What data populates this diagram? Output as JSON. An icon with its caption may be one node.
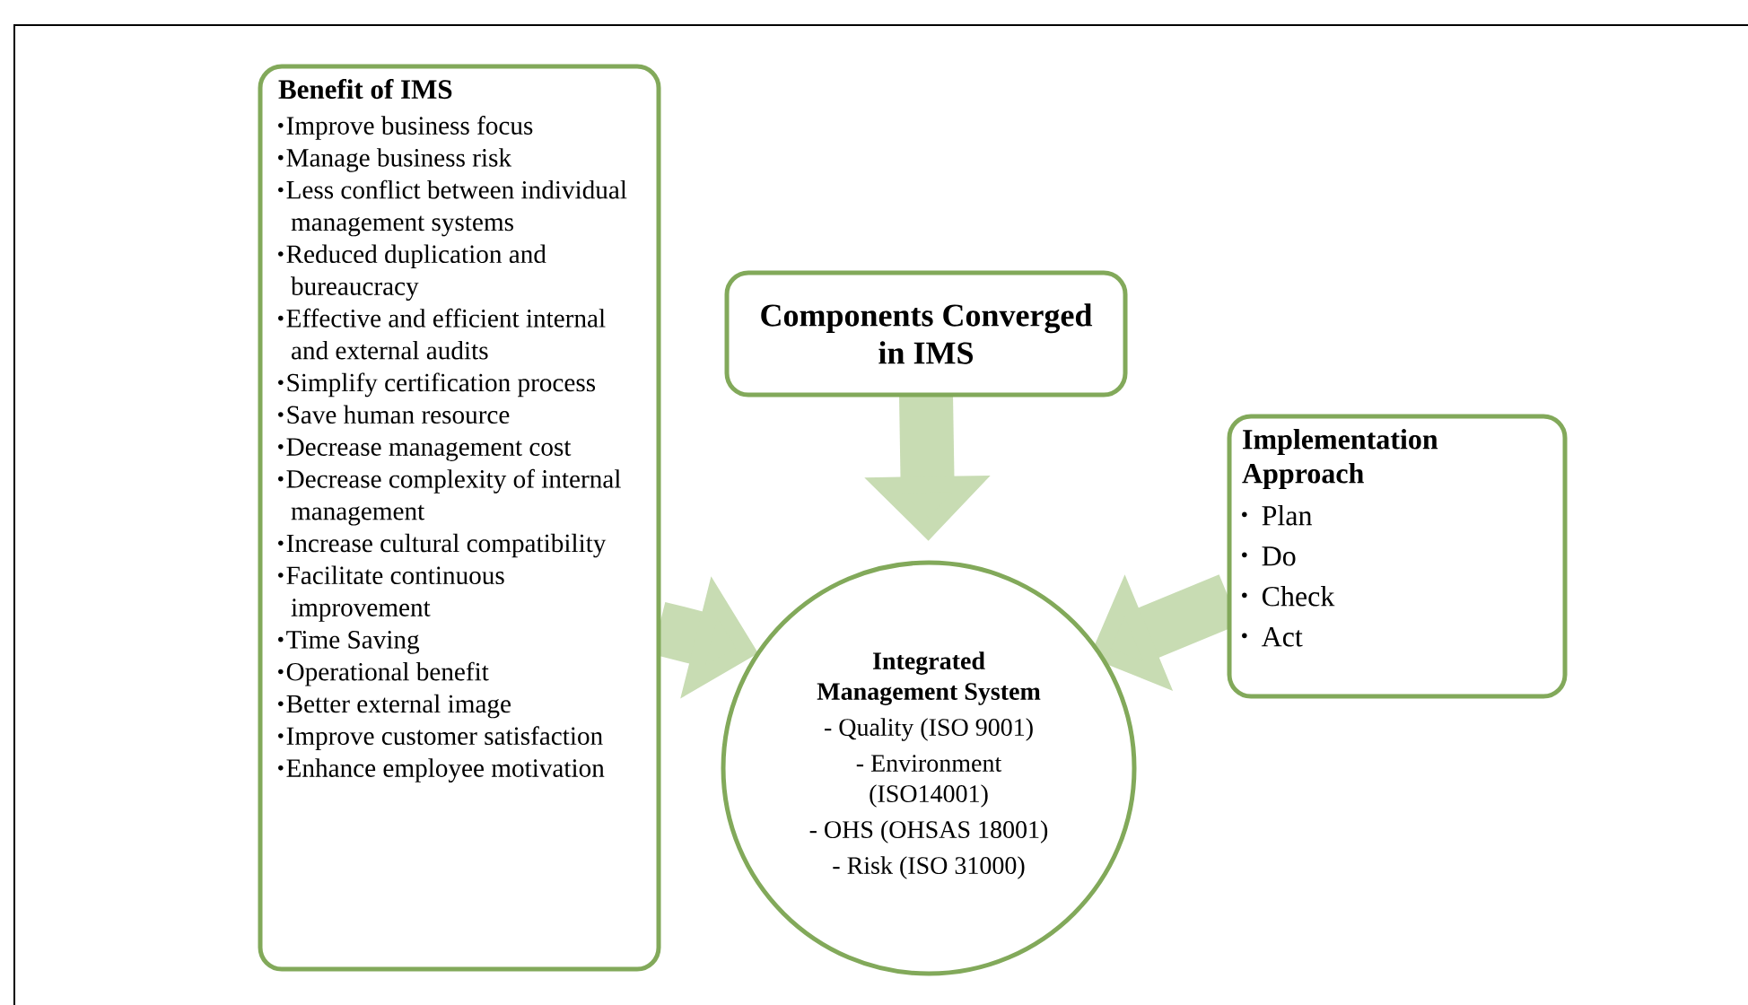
{
  "diagram": {
    "nodes": [
      {
        "text": [
          "Benefit of IMS",
          "Improve business focus",
          "Manage business risk",
          "Less conflict between individual management systems",
          "Reduced duplication and bureaucracy",
          "Effective and efficient internal and external audits",
          "Simplify certification process",
          "Save human resource",
          "Decrease management cost",
          "Decrease complexity of internal management",
          "Increase cultural compatibility",
          "Facilitate  continuous improvement",
          "Time Saving",
          "Operational benefit",
          "Better external image",
          "Improve customer satisfaction",
          "Enhance employee motivation"
        ]
      },
      {
        "text": [
          "Components Converged in IMS"
        ]
      },
      {
        "text": [
          "Implementation Approach",
          "Plan",
          "Do",
          "Check",
          "Act"
        ]
      },
      {
        "text": [
          "Integrated Management System",
          "- Quality (ISO 9001)",
          "- Environment (ISO14001)",
          "- OHS (OHSAS 18001)",
          "- Risk (ISO 31000)"
        ]
      }
    ],
    "edges": [
      {
        "from": 0,
        "to": 3,
        "arrow": "to"
      },
      {
        "from": 1,
        "to": 3,
        "arrow": "to"
      },
      {
        "from": 2,
        "to": 3,
        "arrow": "to"
      }
    ]
  }
}
